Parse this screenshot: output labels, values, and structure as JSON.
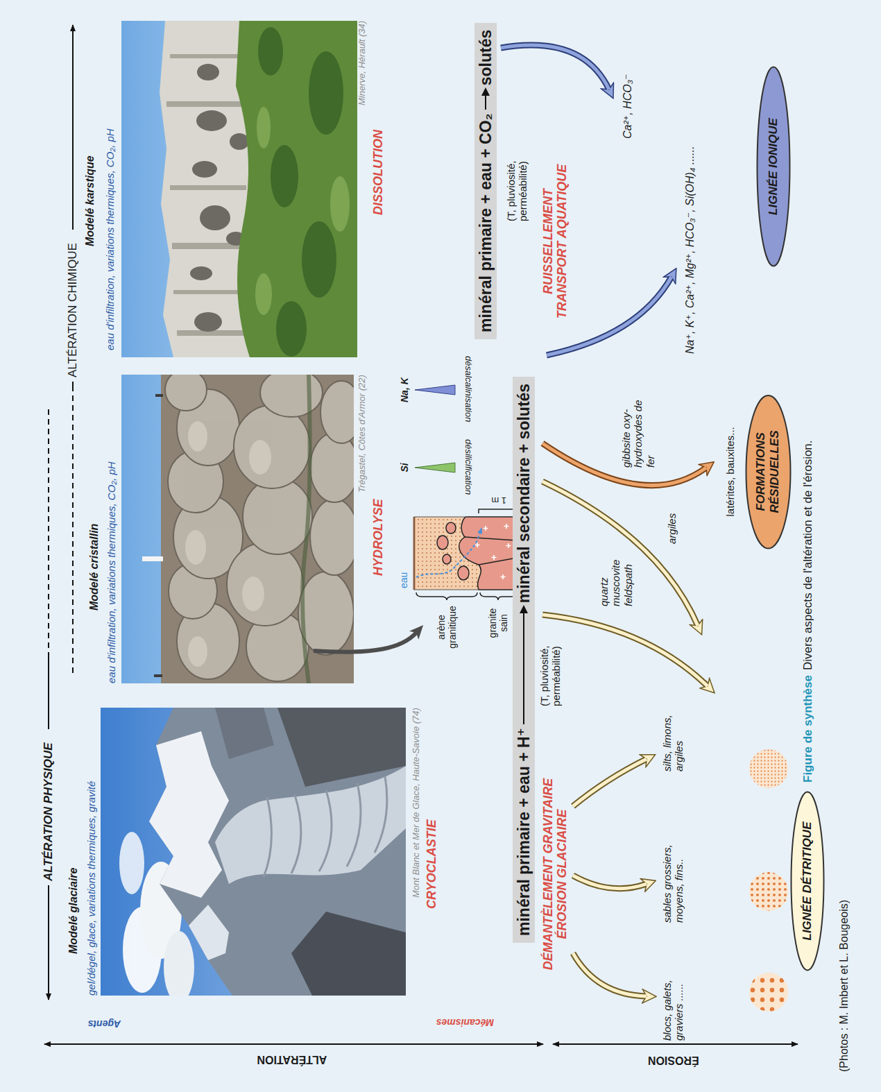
{
  "diagram": {
    "caption": "Divers aspects de l'altération et de l'érosion.",
    "nodes": [
      {
        "text": [
          "minéral primaire + eau + H⁺",
          "minéral secondaire + solutés"
        ]
      },
      {
        "text": [
          "minéral primaire + eau + CO₂",
          "solutés"
        ]
      },
      {
        "text": [
          "LIGNÉE DÉTRITIQUE"
        ]
      },
      {
        "text": [
          "FORMATIONS RÉSIDUELLES"
        ]
      },
      {
        "text": [
          "LIGNÉE IONIQUE"
        ]
      }
    ],
    "labels": [
      "ALTÉRATION",
      "ÉROSION",
      "Agents",
      "Mécanismes",
      "ALTÉRATION PHYSIQUE",
      "ALTÉRATION CHIMIQUE",
      "Modelé glaciaire",
      "gel/dégel, glace, variations thermiques, gravité",
      "Modelé cristallin",
      "eau d'infiltration, variations thermiques, CO₂, pH",
      "Modelé karstique",
      "eau d'infiltration, variations thermiques, CO₂, pH",
      "Mont Blanc et Mer de Glace, Haute-Savoie (74)",
      "Trégastel, Côtes d'Armor (22)",
      "Minerve, Hérault (34)",
      "CRYOCLASTIE",
      "HYDROLYSE",
      "DISSOLUTION",
      "eau",
      "arène granitique",
      "granite sain",
      "1 m",
      "Si",
      "désilicification",
      "Na, K",
      "désalcalinisation",
      "(T, pluviosité, perméabilité)",
      "DÉMANTÈLEMENT GRAVITAIRE ÉROSION GLACIAIRE",
      "(T, pluviosité, perméabilité)",
      "RUISSELLEMENT TRANSPORT AQUATIQUE",
      "blocs, galets, graviers ......",
      "sables grossiers, moyens, fins..",
      "silts, limons, argiles",
      "quartz muscovite feldspath",
      "argiles",
      "gibbsite oxy-hydroxydes de fer",
      "latérites, bauxites...",
      "Na⁺, K⁺, Ca²⁺, Mg²⁺, HCO₃⁻, Si(OH)₄ ......",
      "Ca²⁺, HCO₃⁻",
      "Figure de synthèse",
      "(Photos : M. Imbert et L. Bougeois)"
    ]
  }
}
